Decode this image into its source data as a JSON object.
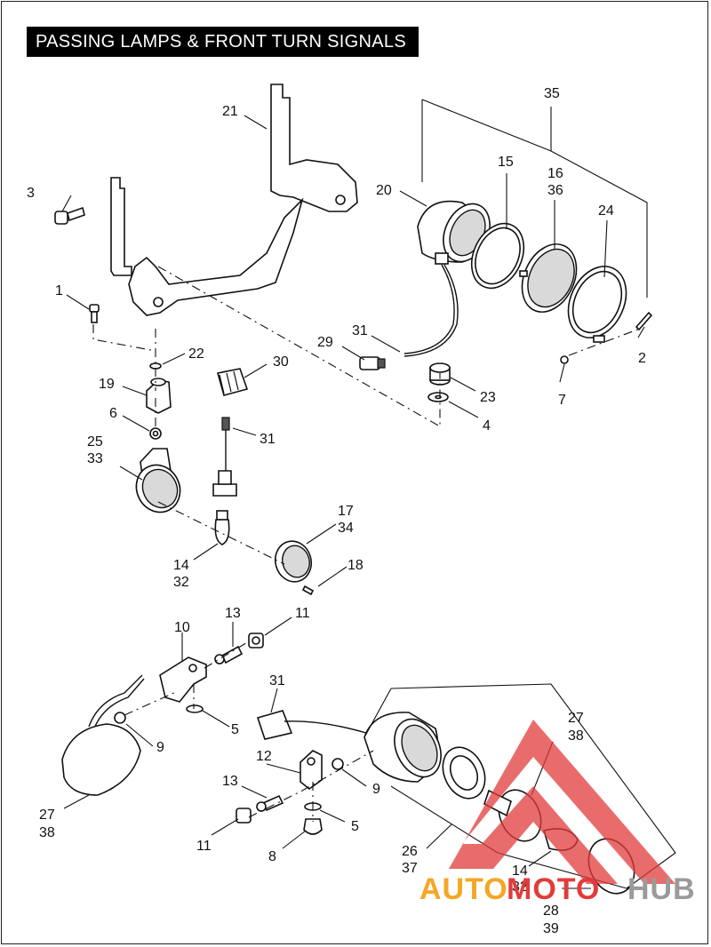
{
  "title": "PASSING LAMPS & FRONT TURN SIGNALS",
  "callouts": [
    {
      "id": "c21",
      "text": "21"
    },
    {
      "id": "c35",
      "text": "35"
    },
    {
      "id": "c3",
      "text": "3"
    },
    {
      "id": "c20",
      "text": "20"
    },
    {
      "id": "c15",
      "text": "15"
    },
    {
      "id": "c16",
      "text": "16"
    },
    {
      "id": "c36",
      "text": "36"
    },
    {
      "id": "c24",
      "text": "24"
    },
    {
      "id": "c1",
      "text": "1"
    },
    {
      "id": "c31a",
      "text": "31"
    },
    {
      "id": "c29",
      "text": "29"
    },
    {
      "id": "c2",
      "text": "2"
    },
    {
      "id": "c22",
      "text": "22"
    },
    {
      "id": "c30",
      "text": "30"
    },
    {
      "id": "c19",
      "text": "19"
    },
    {
      "id": "c23",
      "text": "23"
    },
    {
      "id": "c7",
      "text": "7"
    },
    {
      "id": "c6",
      "text": "6"
    },
    {
      "id": "c4",
      "text": "4"
    },
    {
      "id": "c31b",
      "text": "31"
    },
    {
      "id": "c25",
      "text": "25"
    },
    {
      "id": "c33",
      "text": "33"
    },
    {
      "id": "c17",
      "text": "17"
    },
    {
      "id": "c34",
      "text": "34"
    },
    {
      "id": "c18",
      "text": "18"
    },
    {
      "id": "c14a",
      "text": "14"
    },
    {
      "id": "c32a",
      "text": "32"
    },
    {
      "id": "c13a",
      "text": "13"
    },
    {
      "id": "c11a",
      "text": "11"
    },
    {
      "id": "c10",
      "text": "10"
    },
    {
      "id": "c31c",
      "text": "31"
    },
    {
      "id": "c5a",
      "text": "5"
    },
    {
      "id": "c9a",
      "text": "9"
    },
    {
      "id": "c27a",
      "text": "27"
    },
    {
      "id": "c38a",
      "text": "38"
    },
    {
      "id": "c27b",
      "text": "27"
    },
    {
      "id": "c38b",
      "text": "38"
    },
    {
      "id": "c12",
      "text": "12"
    },
    {
      "id": "c9b",
      "text": "9"
    },
    {
      "id": "c13b",
      "text": "13"
    },
    {
      "id": "c5b",
      "text": "5"
    },
    {
      "id": "c11b",
      "text": "11"
    },
    {
      "id": "c8",
      "text": "8"
    },
    {
      "id": "c26",
      "text": "26"
    },
    {
      "id": "c37",
      "text": "37"
    },
    {
      "id": "c14b",
      "text": "14"
    },
    {
      "id": "c32b",
      "text": "32"
    },
    {
      "id": "c28",
      "text": "28"
    },
    {
      "id": "c39",
      "text": "39"
    }
  ],
  "watermark": {
    "part1": "AUTO",
    "part2": "MOTO",
    "part3": "HUB",
    "color_orange": "#f5a623",
    "color_red": "#e23b3b",
    "color_gray": "#9a9a9a"
  }
}
